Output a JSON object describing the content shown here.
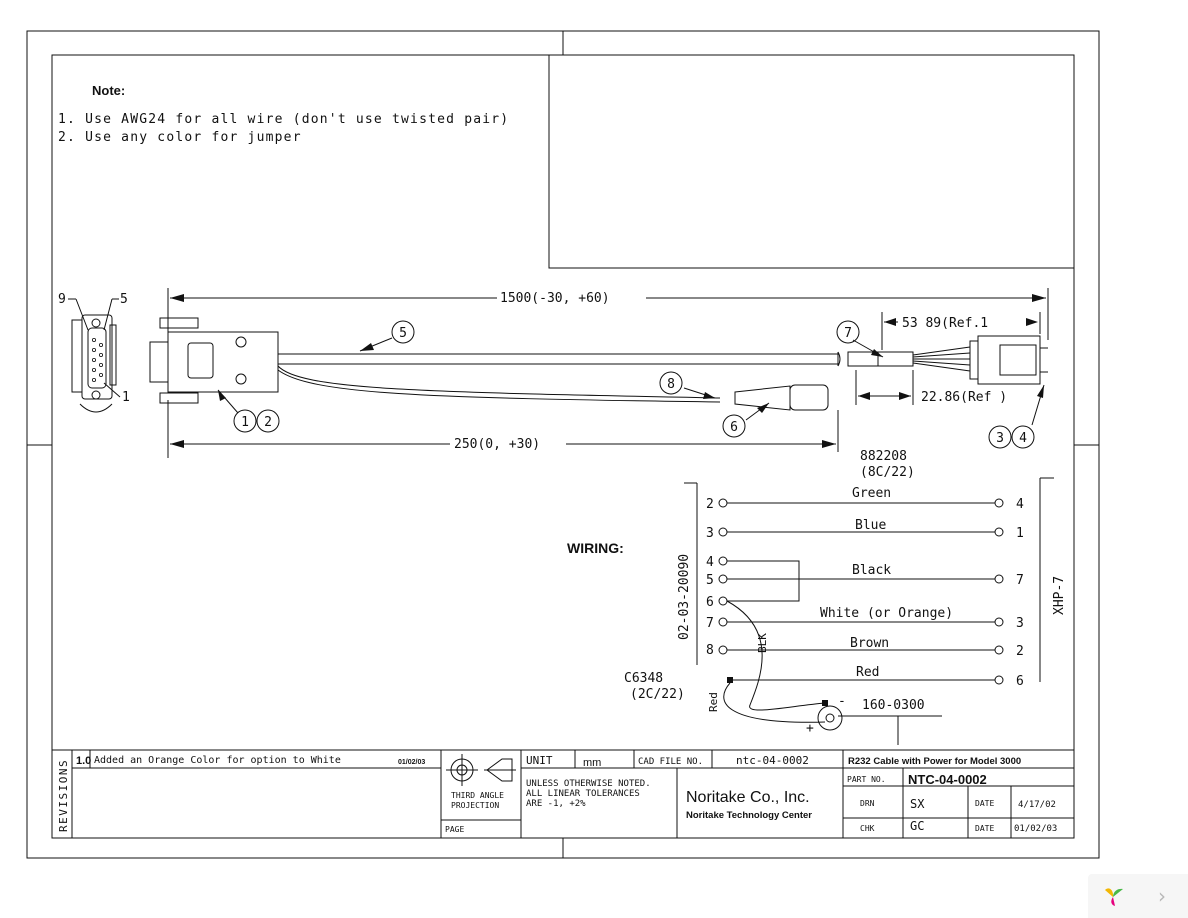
{
  "notes": {
    "heading": "Note:",
    "lines": [
      "1. Use AWG24 for all wire (don't use twisted pair)",
      "2. Use any color for jumper"
    ]
  },
  "connector_pins": {
    "pin9": "9",
    "pin5": "5",
    "pin1": "1"
  },
  "dimensions": {
    "overall_length": "1500(-30, +60)",
    "power_branch_length": "250(0, +30)",
    "strip_length": "53 89(Ref.1",
    "header_length": "22.86(Ref )"
  },
  "balloons": [
    "1",
    "2",
    "3",
    "4",
    "5",
    "6",
    "7",
    "8"
  ],
  "wiring": {
    "title": "WIRING:",
    "left_connector": "02-03-20090",
    "right_connector": "XHP-7",
    "right_part": "882208",
    "right_wire_spec": "(8C/22)",
    "power_part": "C6348",
    "power_wire_spec": "(2C/22)",
    "power_jack": "160-0300",
    "jumper_label": "BLK",
    "red_label": "Red",
    "plus_sign": "+",
    "minus_sign": "-",
    "left_pins": [
      "2",
      "3",
      "4",
      "5",
      "6",
      "7",
      "8"
    ],
    "wires": [
      {
        "left_pin": "2",
        "color": "Green",
        "right_pin": "4"
      },
      {
        "left_pin": "3",
        "color": "Blue",
        "right_pin": "1"
      },
      {
        "left_pin": "5",
        "color": "Black",
        "right_pin": "7"
      },
      {
        "left_pin": "7",
        "color": "White (or Orange)",
        "right_pin": "3"
      },
      {
        "left_pin": "8",
        "color": "Brown",
        "right_pin": "2"
      },
      {
        "left_pin": "-",
        "color": "Red",
        "right_pin": "6"
      }
    ]
  },
  "title_block": {
    "revisions_label": "REVISIONS",
    "rev_number": "1.0",
    "rev_description": "Added an Orange Color for option to White",
    "rev_date": "01/02/03",
    "projection_line1": "THIRD ANGLE",
    "projection_line2": "PROJECTION",
    "page_label": "PAGE",
    "unit_label": "UNIT",
    "unit_value": "mm",
    "cad_label": "CAD FILE NO.",
    "cad_value": "ntc-04-0002",
    "tolerance_line1": "UNLESS OTHERWISE NOTED.",
    "tolerance_line2": "ALL LINEAR TOLERANCES",
    "tolerance_line3": "ARE -1, +2%",
    "company": "Noritake Co., Inc.",
    "company_sub": "Noritake Technology Center",
    "drawing_title": "R232 Cable with Power for Model 3000",
    "part_label": "PART NO.",
    "part_value": "NTC-04-0002",
    "drn_label": "DRN",
    "drn_value": "SX",
    "chk_label": "CHK",
    "chk_value": "GC",
    "date_label": "DATE",
    "drn_date": "4/17/02",
    "chk_date": "01/02/03"
  },
  "colors": {
    "ink": "#111111",
    "paper": "#ffffff",
    "badge": "#f6f6f6",
    "logo_yellow": "#f2b705",
    "logo_green": "#49b847",
    "logo_pink": "#e6007e",
    "chevron": "#b8b8b8"
  },
  "viewer": {
    "next_icon": "chevron-right-icon",
    "logo_icon": "viewer-logo-icon",
    "next_glyph": "›"
  }
}
